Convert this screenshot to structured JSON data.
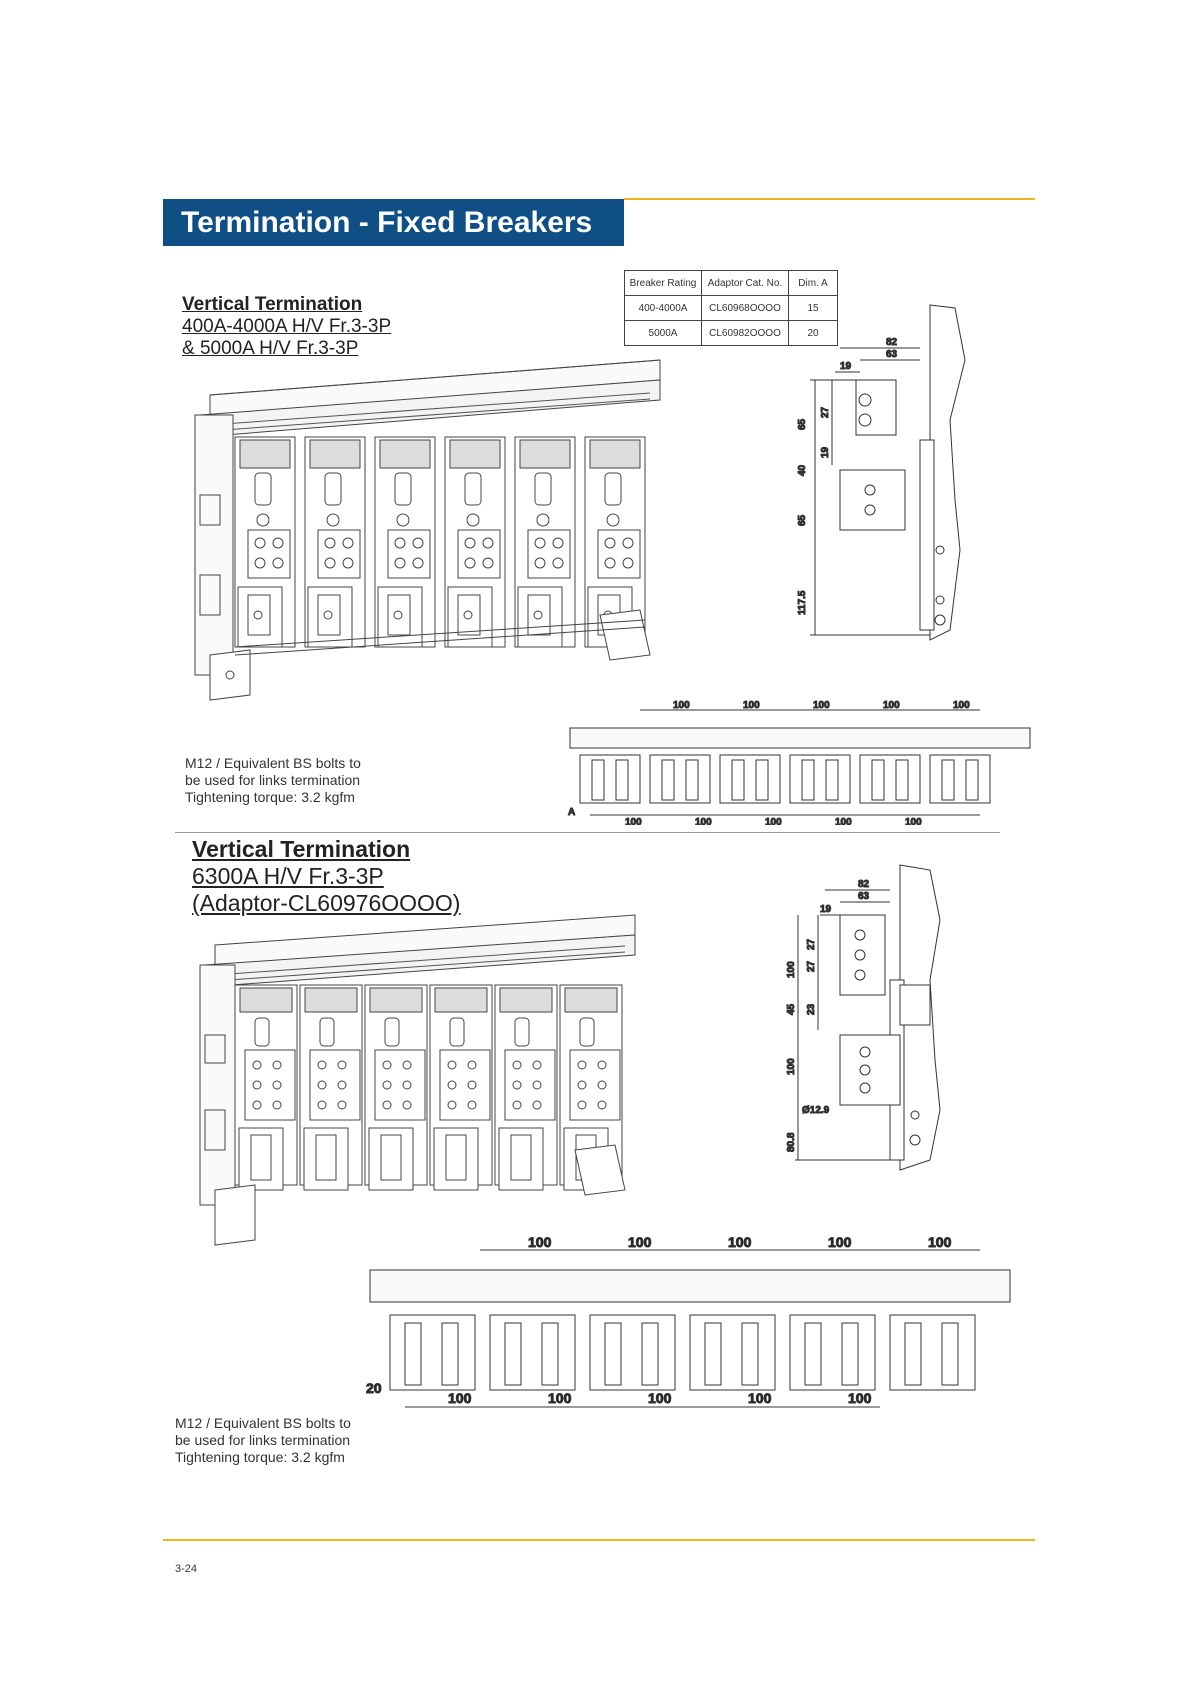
{
  "header": {
    "title": "Termination - Fixed Breakers"
  },
  "spec_table": {
    "headers": [
      "Breaker Rating",
      "Adaptor Cat. No.",
      "Dim. A"
    ],
    "rows": [
      [
        "400-4000A",
        "CL60968OOOO",
        "15"
      ],
      [
        "5000A",
        "CL60982OOOO",
        "20"
      ]
    ]
  },
  "section1": {
    "heading": "Vertical Termination",
    "line1": "400A-4000A H/V Fr.3-3P",
    "line2": "& 5000A H/V Fr.3-3P",
    "note": [
      "M12 / Equivalent BS bolts to",
      "be used for links termination",
      "Tightening torque: 3.2 kgfm"
    ],
    "side_dims": {
      "d82": "82",
      "d63": "63",
      "d19": "19",
      "d65a": "65",
      "d27": "27",
      "d19b": "19",
      "d40": "40",
      "d65b": "65",
      "d117": "117.5"
    },
    "bottom_dims": {
      "top": [
        "100",
        "100",
        "100",
        "100",
        "100"
      ],
      "bottom": [
        "100",
        "100",
        "100",
        "100",
        "100"
      ],
      "a": "A"
    }
  },
  "section2": {
    "heading": "Vertical Termination",
    "line1": "6300A H/V Fr.3-3P",
    "line2": "(Adaptor-CL60976OOOO)",
    "note": [
      "M12 / Equivalent BS bolts to",
      "be used for links termination",
      "Tightening torque: 3.2 kgfm"
    ],
    "side_dims": {
      "d82": "82",
      "d63": "63",
      "d19": "19",
      "d100a": "100",
      "d27a": "27",
      "d27b": "27",
      "d45": "45",
      "d23": "23",
      "d100b": "100",
      "d80": "80.8",
      "dia": "Ø12.9"
    },
    "bottom_dims": {
      "top": [
        "100",
        "100",
        "100",
        "100",
        "100"
      ],
      "bottom": [
        "100",
        "100",
        "100",
        "100",
        "100"
      ],
      "d20": "20"
    }
  },
  "footer": {
    "page": "3-24"
  }
}
